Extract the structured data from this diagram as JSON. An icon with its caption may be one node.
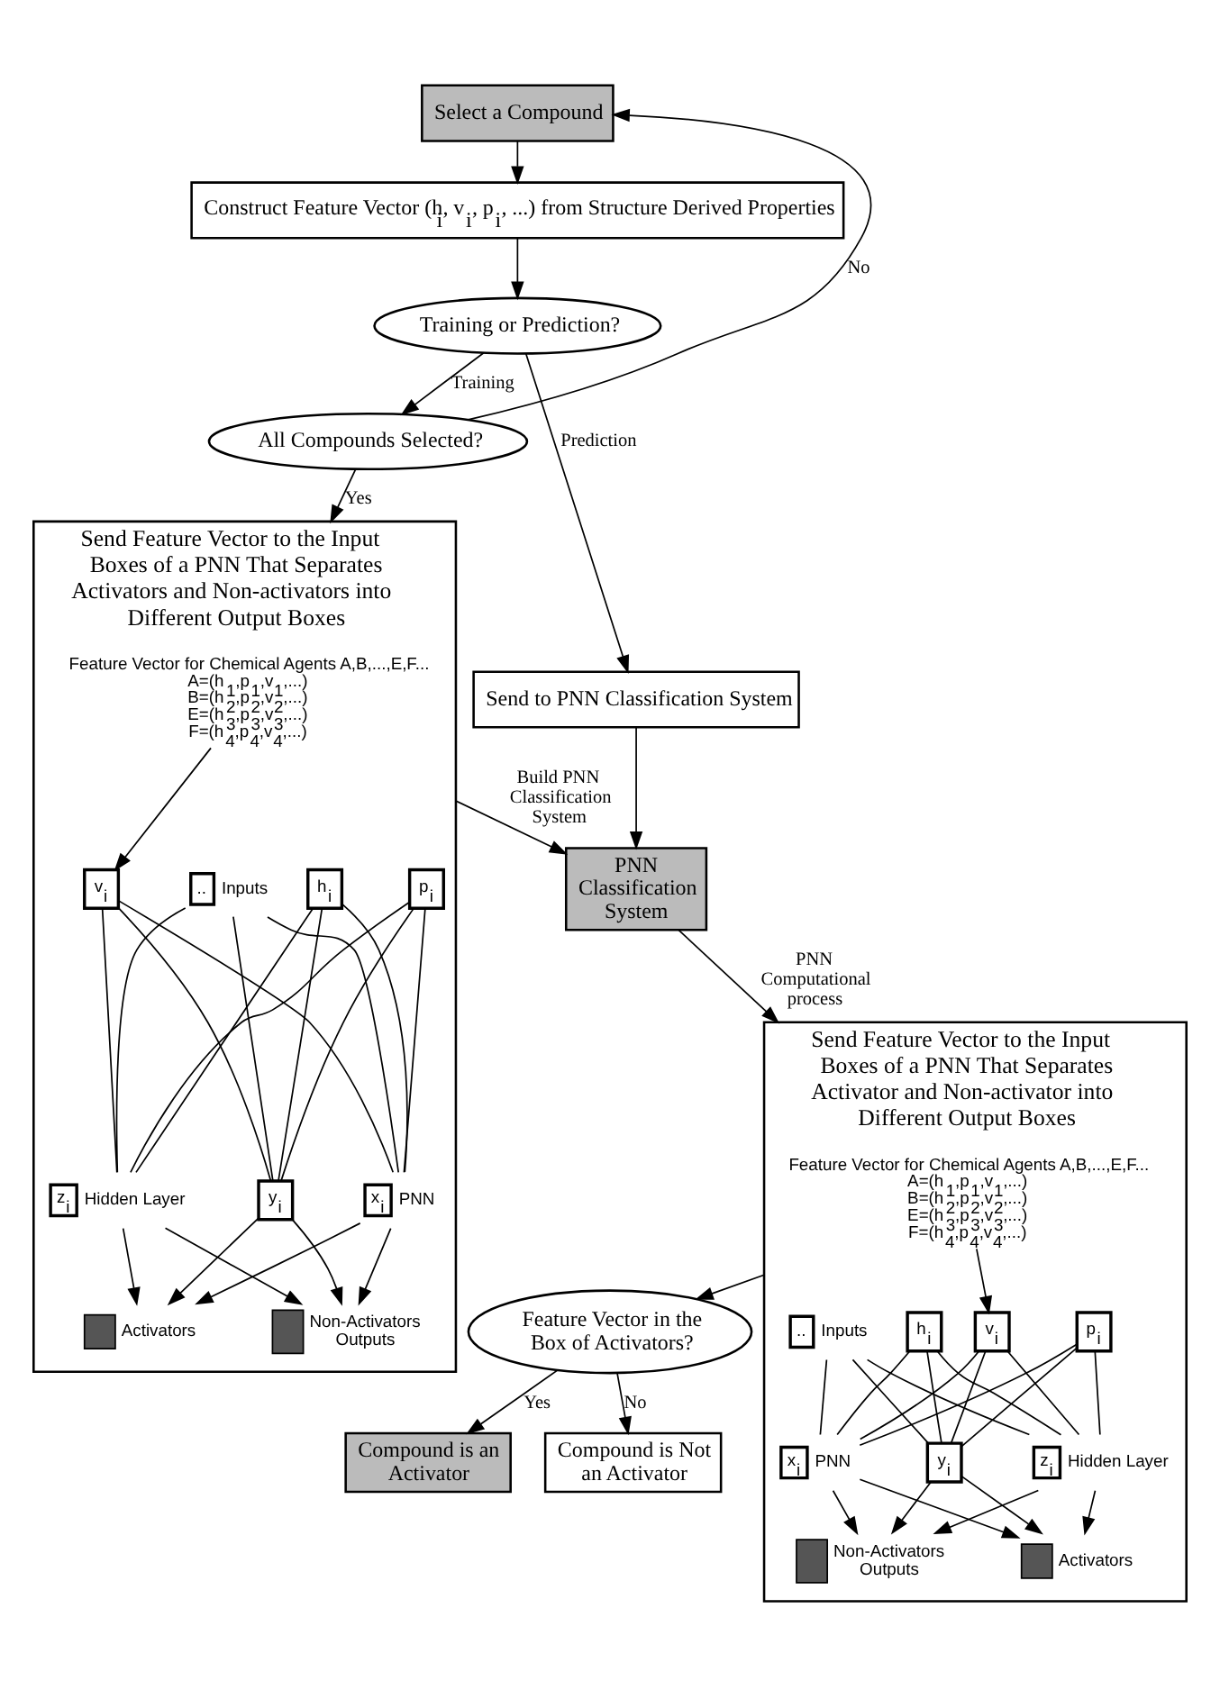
{
  "diagram": {
    "nodes": [
      {
        "text": [
          "Select a Compound"
        ]
      },
      {
        "text": [
          "Construct Feature Vector (h$_{i}$, v$_{i}$, p$_{i}$, ...) from Structure Derived Properties"
        ]
      },
      {
        "text": [
          "Training or Prediction?"
        ]
      },
      {
        "text": [
          "Send to PNN Classification System"
        ]
      },
      {
        "text": [
          "All Compounds Selected?"
        ]
      },
      {
        "text": [
          "PNN Classification System"
        ]
      },
      {
        "text": [
          "Send Feature Vector to the Input Boxes of a PNN That Separates Activators and Non-activators into Different Output Boxes"
        ]
      },
      {
        "text": [
          "Feature Vector for Chemical Agents A,B,...,E,F...",
          "A=(h$_{1}$,p$_{1}$,v$_{1}$,...)",
          "B=(h$_{2}$,p$_{2}$,v$_{2}$,...)",
          "E=(h$_{3}$,p$_{3}$,v$_{3}$,...)",
          "F=(h$_{4}$,p$_{4}$,v$_{4}$,...)"
        ],
        "in": 6
      },
      {
        "text": [
          "h$_{i}$"
        ],
        "in": 6
      },
      {
        "text": [
          "p$_{i}$"
        ],
        "in": 6
      },
      {
        "text": [
          "v$_{i}$"
        ],
        "in": 6
      },
      {
        "text": [
          ".."
        ],
        "in": 6,
        "beside": [
          "Inputs"
        ]
      },
      {
        "text": [
          "x$_{i}$"
        ],
        "in": 6,
        "beside": [
          "PNN"
        ]
      },
      {
        "text": [
          "y$_{i}$"
        ],
        "in": 6
      },
      {
        "text": [
          "z$_{i}$"
        ],
        "in": 6,
        "beside": [
          "Hidden Layer"
        ]
      },
      {
        "text": [],
        "shape": "box",
        "in": 6,
        "beside": [
          "Activators"
        ]
      },
      {
        "text": [],
        "shape": "box",
        "in": 6,
        "beside": [
          "Non-Activators",
          "Outputs"
        ]
      },
      {
        "text": [
          "Send Feature Vector to the Input Boxes of a PNN That Separates Activator and Non-activator into Different Output Boxes"
        ]
      },
      {
        "text": [
          "Feature Vector for Chemical Agents A,B,...,E,F...",
          "A=(h$_{1}$,p$_{1}$,v$_{1}$,...)",
          "B=(h$_{2}$,p$_{2}$,v$_{2}$,...)",
          "E=(h$_{3}$,p$_{3}$,v$_{3}$,...)",
          "F=(h$_{4}$,p$_{4}$,v$_{4}$,...)"
        ],
        "in": 17
      },
      {
        "text": [
          "h$_{i}$"
        ],
        "in": 17
      },
      {
        "text": [
          "p$_{i}$"
        ],
        "in": 17
      },
      {
        "text": [
          "v$_{i}$"
        ],
        "in": 17
      },
      {
        "text": [
          ".."
        ],
        "in": 17,
        "beside": [
          "Inputs"
        ]
      },
      {
        "text": [
          "x$_{i}$"
        ],
        "in": 17,
        "beside": [
          "PNN"
        ]
      },
      {
        "text": [
          "y$_{i}$"
        ],
        "in": 17
      },
      {
        "text": [
          "z$_{i}$"
        ],
        "in": 17,
        "beside": [
          "Hidden Layer"
        ]
      },
      {
        "text": [],
        "shape": "box",
        "in": 17,
        "beside": [
          "Activators"
        ]
      },
      {
        "text": [],
        "shape": "box",
        "in": 17,
        "beside": [
          "Non-Activators",
          "Outputs"
        ]
      },
      {
        "text": [
          "Feature Vector in the Box of Activators?"
        ]
      },
      {
        "text": [
          "Compound is an Activator"
        ]
      },
      {
        "text": [
          "Compound is Not an Activator"
        ]
      }
    ],
    "edges": [
      {
        "from": 4,
        "to": 0,
        "arrow": "to",
        "label": "No"
      },
      {
        "from": 0,
        "to": 1,
        "arrow": "to"
      },
      {
        "from": 1,
        "to": 2,
        "arrow": "to"
      },
      {
        "from": 2,
        "to": 3,
        "arrow": "to",
        "label": "Prediction"
      },
      {
        "from": 2,
        "to": 4,
        "arrow": "to",
        "label": "Training"
      },
      {
        "from": 4,
        "to": 6,
        "arrow": "to",
        "label": "Yes"
      },
      {
        "from": 3,
        "to": 5,
        "arrow": "to"
      },
      {
        "from": 6,
        "to": 5,
        "arrow": "to",
        "label": "Build PNN Classification System"
      },
      {
        "from": 5,
        "to": 17,
        "arrow": "to",
        "label": "PNN Computational process"
      },
      {
        "from": 7,
        "to": 10,
        "arrow": "to"
      },
      {
        "from": 8,
        "to": 12,
        "arrow": "none"
      },
      {
        "from": 8,
        "to": 13,
        "arrow": "none"
      },
      {
        "from": 8,
        "to": 14,
        "arrow": "none"
      },
      {
        "from": 9,
        "to": 12,
        "arrow": "none"
      },
      {
        "from": 9,
        "to": 13,
        "arrow": "none"
      },
      {
        "from": 9,
        "to": 14,
        "arrow": "none"
      },
      {
        "from": 10,
        "to": 12,
        "arrow": "none"
      },
      {
        "from": 10,
        "to": 13,
        "arrow": "none"
      },
      {
        "from": 10,
        "to": 14,
        "arrow": "none"
      },
      {
        "from": 11,
        "to": 12,
        "arrow": "none"
      },
      {
        "from": 11,
        "to": 13,
        "arrow": "none"
      },
      {
        "from": 11,
        "to": 14,
        "arrow": "none"
      },
      {
        "from": 12,
        "to": 15,
        "arrow": "to"
      },
      {
        "from": 12,
        "to": 16,
        "arrow": "to"
      },
      {
        "from": 13,
        "to": 15,
        "arrow": "to"
      },
      {
        "from": 13,
        "to": 16,
        "arrow": "to"
      },
      {
        "from": 14,
        "to": 15,
        "arrow": "to"
      },
      {
        "from": 14,
        "to": 16,
        "arrow": "to"
      },
      {
        "from": 18,
        "to": 21,
        "arrow": "to"
      },
      {
        "from": 19,
        "to": 23,
        "arrow": "none"
      },
      {
        "from": 19,
        "to": 24,
        "arrow": "none"
      },
      {
        "from": 19,
        "to": 25,
        "arrow": "none"
      },
      {
        "from": 20,
        "to": 23,
        "arrow": "none"
      },
      {
        "from": 20,
        "to": 24,
        "arrow": "none"
      },
      {
        "from": 20,
        "to": 25,
        "arrow": "none"
      },
      {
        "from": 21,
        "to": 23,
        "arrow": "none"
      },
      {
        "from": 21,
        "to": 24,
        "arrow": "none"
      },
      {
        "from": 21,
        "to": 25,
        "arrow": "none"
      },
      {
        "from": 22,
        "to": 23,
        "arrow": "none"
      },
      {
        "from": 22,
        "to": 24,
        "arrow": "none"
      },
      {
        "from": 22,
        "to": 25,
        "arrow": "none"
      },
      {
        "from": 23,
        "to": 26,
        "arrow": "to"
      },
      {
        "from": 23,
        "to": 27,
        "arrow": "to"
      },
      {
        "from": 24,
        "to": 26,
        "arrow": "to"
      },
      {
        "from": 24,
        "to": 27,
        "arrow": "to"
      },
      {
        "from": 25,
        "to": 26,
        "arrow": "to"
      },
      {
        "from": 25,
        "to": 27,
        "arrow": "to"
      },
      {
        "from": 17,
        "to": 28,
        "arrow": "to"
      },
      {
        "from": 28,
        "to": 29,
        "arrow": "to",
        "label": "Yes"
      },
      {
        "from": 28,
        "to": 30,
        "arrow": "to",
        "label": "No"
      }
    ]
  }
}
